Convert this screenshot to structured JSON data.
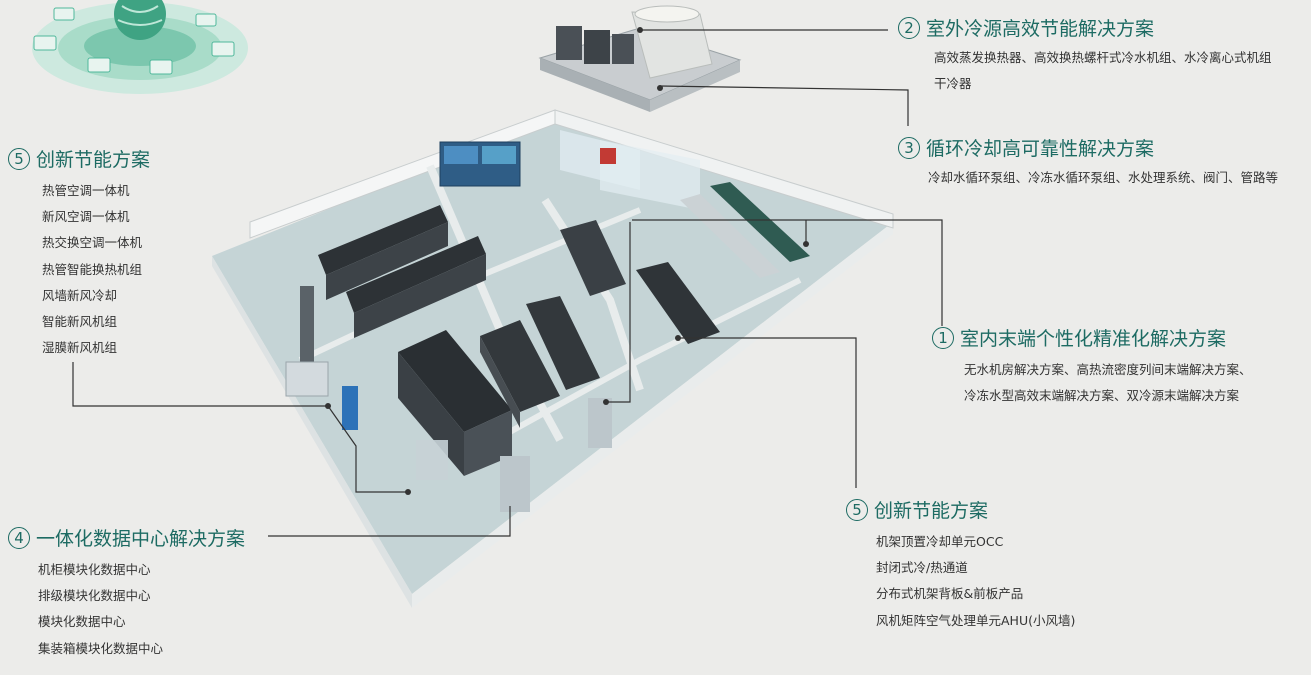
{
  "callouts": {
    "c2": {
      "num": "2",
      "title": "室外冷源高效节能解决方案",
      "lines": [
        "高效蒸发换热器、高效换热螺杆式冷水机组、水冷离心式机组",
        "干冷器"
      ]
    },
    "c3": {
      "num": "3",
      "title": "循环冷却高可靠性解决方案",
      "lines": [
        "冷却水循环泵组、冷冻水循环泵组、水处理系统、阀门、管路等"
      ]
    },
    "c1": {
      "num": "1",
      "title": "室内末端个性化精准化解决方案",
      "lines": [
        "无水机房解决方案、高热流密度列间末端解决方案、",
        "冷冻水型高效末端解决方案、双冷源末端解决方案"
      ]
    },
    "c5a": {
      "num": "5",
      "title": "创新节能方案",
      "items": [
        "热管空调一体机",
        "新风空调一体机",
        "热交换空调一体机",
        "热管智能换热机组",
        "风墙新风冷却",
        "智能新风机组",
        "湿膜新风机组"
      ]
    },
    "c5b": {
      "num": "5",
      "title": "创新节能方案",
      "items": [
        "机架顶置冷却单元OCC",
        "封闭式冷/热通道",
        "分布式机架背板&前板产品",
        "风机矩阵空气处理单元AHU(小风墙)"
      ]
    },
    "c4": {
      "num": "4",
      "title": "一体化数据中心解决方案",
      "items": [
        "机柜模块化数据中心",
        "排级模块化数据中心",
        "模块化数据中心",
        "集装箱模块化数据中心"
      ]
    }
  },
  "colors": {
    "accent": "#1d6b63",
    "floor": "#c7d6d8",
    "wall": "#f2f4f4",
    "rack": "#33373b",
    "network_green": "#4fb89b"
  }
}
